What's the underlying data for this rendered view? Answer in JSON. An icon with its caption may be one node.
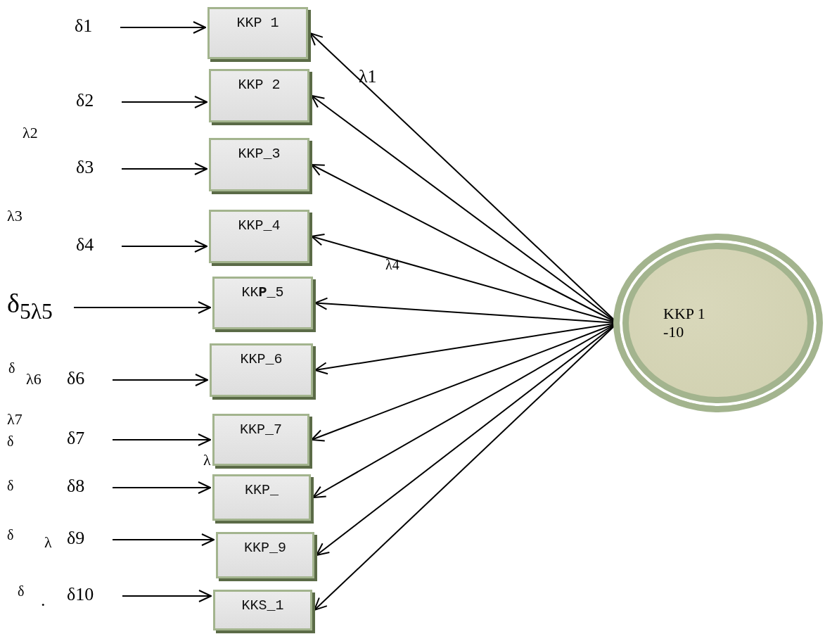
{
  "diagram": {
    "nodes": [
      {
        "text": [
          "KKP 1"
        ]
      },
      {
        "text": [
          "KKP 2"
        ]
      },
      {
        "text": [
          "KKP_3"
        ]
      },
      {
        "text": [
          "KKP_4"
        ]
      },
      {
        "text": [
          "KK**P**_5"
        ]
      },
      {
        "text": [
          "KKP_6"
        ]
      },
      {
        "text": [
          "KKP_7"
        ]
      },
      {
        "text": [
          "KKP_"
        ]
      },
      {
        "text": [
          "KKP_9"
        ]
      },
      {
        "text": [
          "KKS_1"
        ]
      },
      {
        "text": [
          "KKP 1 -10"
        ]
      },
      {
        "text": [
          "δ1"
        ]
      },
      {
        "text": [
          "δ2"
        ]
      },
      {
        "text": [
          "δ3"
        ]
      },
      {
        "text": [
          "δ4"
        ]
      },
      {
        "text": [
          "δ$_{5λ5}$"
        ]
      },
      {
        "text": [
          "δ6"
        ]
      },
      {
        "text": [
          "δ7"
        ]
      },
      {
        "text": [
          "δ8"
        ]
      },
      {
        "text": [
          "δ9"
        ]
      },
      {
        "text": [
          "δ10"
        ]
      }
    ],
    "edges": [
      {
        "from": 11,
        "to": 0,
        "arrow": "to"
      },
      {
        "from": 12,
        "to": 1,
        "arrow": "to"
      },
      {
        "from": 13,
        "to": 2,
        "arrow": "to"
      },
      {
        "from": 14,
        "to": 3,
        "arrow": "to"
      },
      {
        "from": 15,
        "to": 4,
        "arrow": "to"
      },
      {
        "from": 16,
        "to": 5,
        "arrow": "to"
      },
      {
        "from": 17,
        "to": 6,
        "arrow": "to"
      },
      {
        "from": 18,
        "to": 7,
        "arrow": "to"
      },
      {
        "from": 19,
        "to": 8,
        "arrow": "to"
      },
      {
        "from": 20,
        "to": 9,
        "arrow": "to"
      },
      {
        "from": 10,
        "to": 0,
        "arrow": "to"
      },
      {
        "from": 10,
        "to": 1,
        "arrow": "to"
      },
      {
        "from": 10,
        "to": 2,
        "arrow": "to"
      },
      {
        "from": 10,
        "to": 3,
        "arrow": "to"
      },
      {
        "from": 10,
        "to": 4,
        "arrow": "to"
      },
      {
        "from": 10,
        "to": 5,
        "arrow": "to"
      },
      {
        "from": 10,
        "to": 6,
        "arrow": "to"
      },
      {
        "from": 10,
        "to": 7,
        "arrow": "to"
      },
      {
        "from": 10,
        "to": 8,
        "arrow": "to"
      },
      {
        "from": 10,
        "to": 9,
        "arrow": "to"
      }
    ],
    "labels": [
      "λ1",
      "λ2",
      "λ3",
      "λ4",
      "δ",
      "λ6",
      "λ7",
      "δ",
      "λ",
      "δ",
      "δ",
      "λ",
      "δ",
      "."
    ]
  }
}
